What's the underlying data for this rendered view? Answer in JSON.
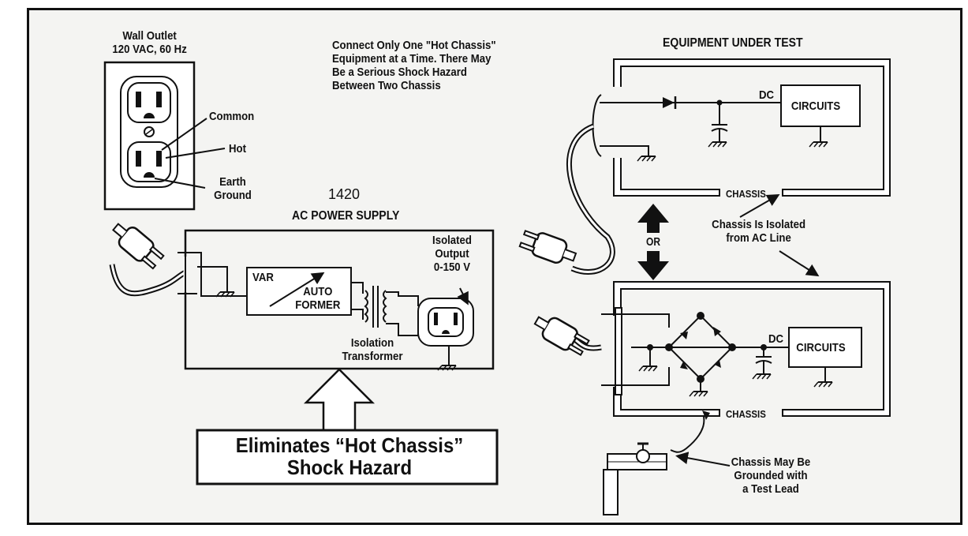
{
  "wall_outlet": {
    "title": "Wall Outlet\n120 VAC, 60 Hz",
    "common": "Common",
    "hot": "Hot",
    "earth_ground": "Earth\nGround"
  },
  "warning": "Connect Only One \"Hot Chassis\"\nEquipment at a Time. There May\nBe a Serious Shock Hazard\nBetween Two Chassis",
  "power_supply": {
    "model": "1420",
    "title": "AC POWER SUPPLY",
    "var": "VAR",
    "autoformer": "AUTO\nFORMER",
    "isolated_output": "Isolated\nOutput\n0-150 V",
    "isolation_transformer": "Isolation\nTransformer"
  },
  "callout": "Eliminates “Hot Chassis”\nShock Hazard",
  "equipment": {
    "title": "EQUIPMENT UNDER TEST",
    "dc_top": "DC",
    "circuits_top": "CIRCUITS",
    "chassis_top": "CHASSIS",
    "or": "OR",
    "isolated_note": "Chassis Is Isolated\nfrom AC Line",
    "dc_bottom": "DC",
    "circuits_bottom": "CIRCUITS",
    "chassis_bottom": "CHASSIS",
    "ground_note": "Chassis May Be\nGrounded with\na Test Lead"
  }
}
